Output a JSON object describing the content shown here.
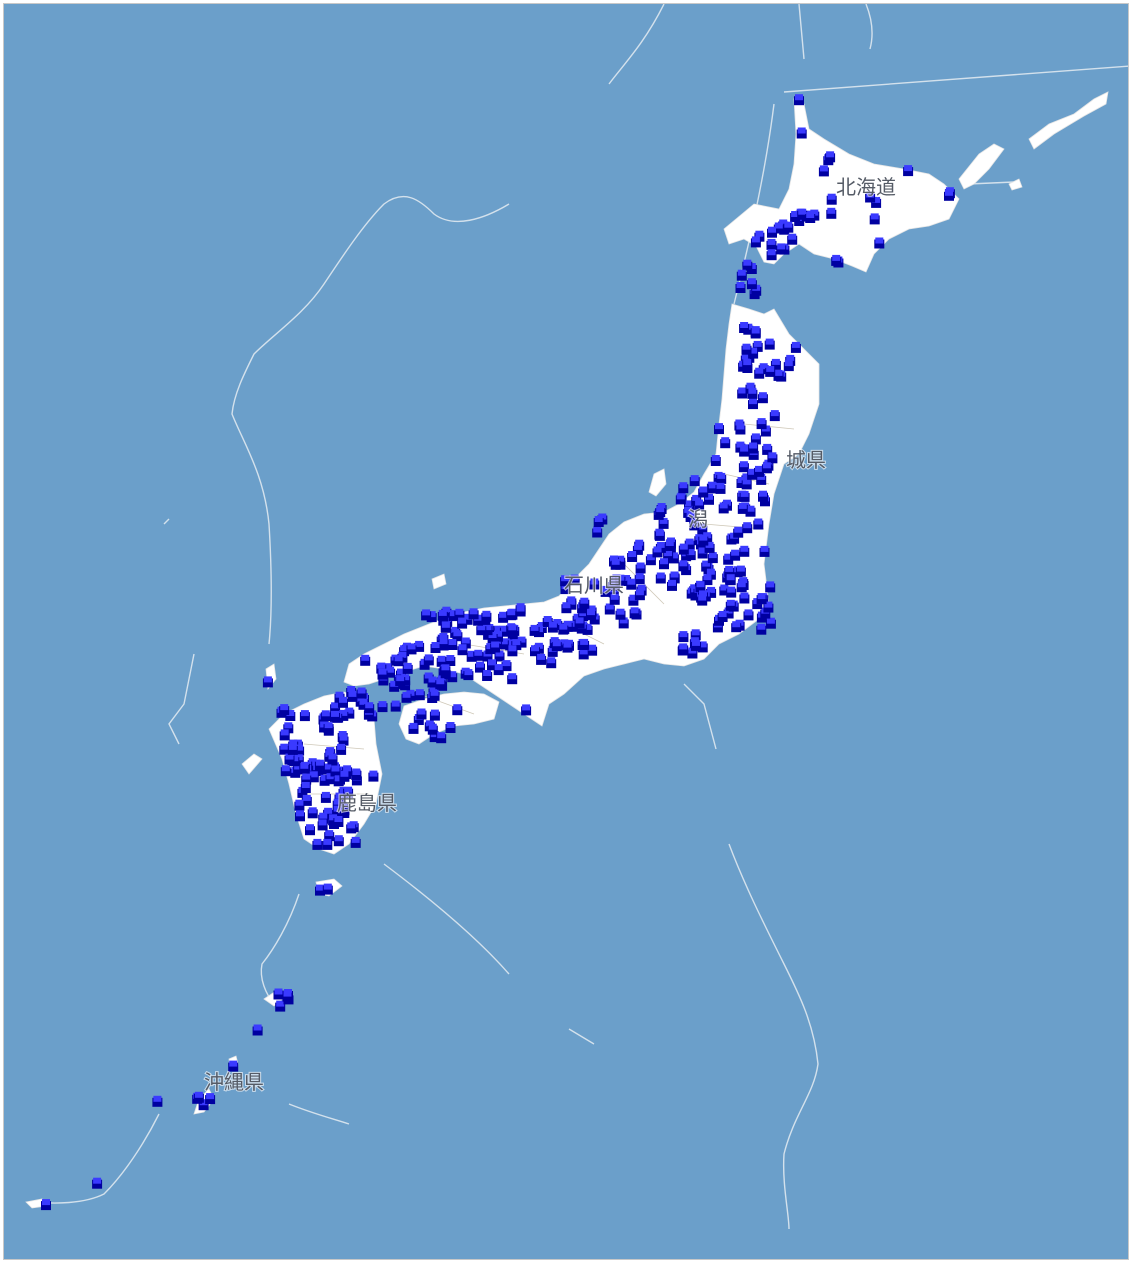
{
  "map": {
    "colors": {
      "sea": "#6b9fca",
      "land": "#ffffff",
      "marker": "#1a1ae0"
    },
    "labels": [
      {
        "id": "hokkaido",
        "text": "北海道"
      },
      {
        "id": "miyagi-partial",
        "text": "城県"
      },
      {
        "id": "niigata-partial",
        "text": "潟"
      },
      {
        "id": "ishikawa-partial",
        "text": "石川県"
      },
      {
        "id": "kagoshima-partial",
        "text": "鹿島県"
      },
      {
        "id": "okinawa",
        "text": "沖縄県"
      }
    ],
    "marker_icon": "blue-cube-marker-icon"
  }
}
